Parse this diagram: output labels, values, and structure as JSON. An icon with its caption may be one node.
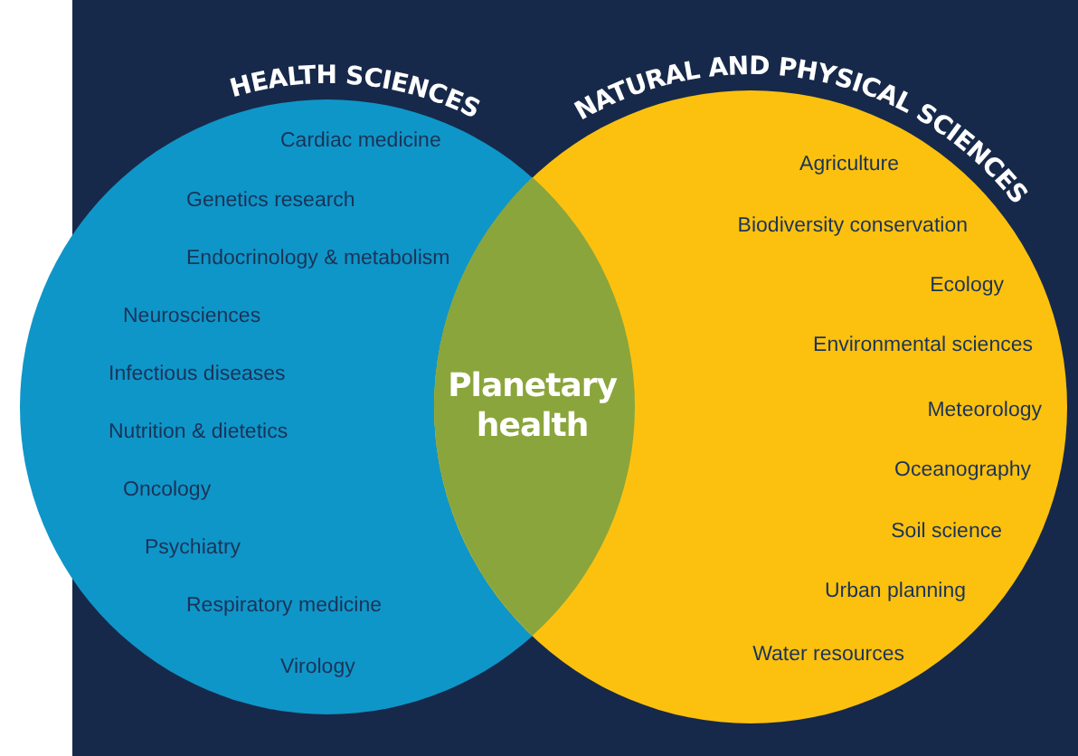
{
  "diagram": {
    "nodes": [
      {
        "text": [
          "HEALTH SCIENCES",
          "Cardiac medicine",
          "Genetics research",
          "Endocrinology & metabolism",
          "Neurosciences",
          "Infectious diseases",
          "Nutrition & dietetics",
          "Oncology",
          "Psychiatry",
          "Respiratory medicine",
          "Virology"
        ]
      },
      {
        "text": [
          "NATURAL AND PHYSICAL SCIENCES",
          "Agriculture",
          "Biodiversity conservation",
          "Ecology",
          "Environmental sciences",
          "Meteorology",
          "Oceanography",
          "Soil science",
          "Urban planning",
          "Water resources"
        ]
      },
      {
        "text": [
          "Planetary health"
        ]
      }
    ]
  }
}
